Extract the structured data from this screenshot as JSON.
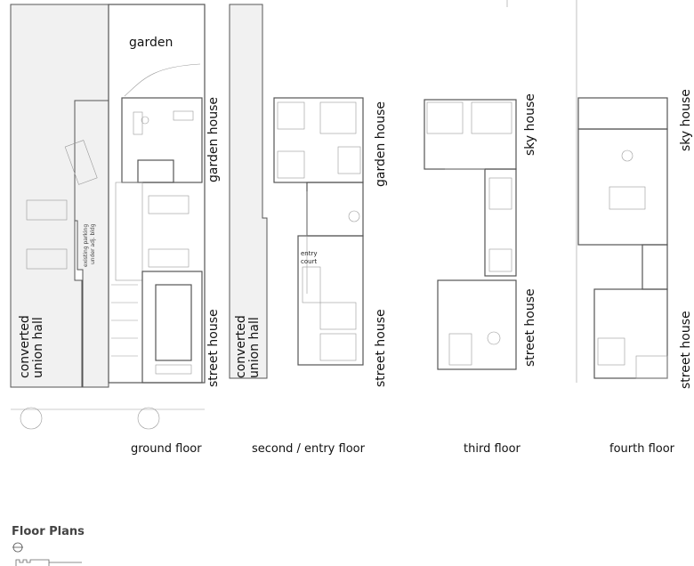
{
  "labels": {
    "garden": "garden",
    "garden_house": "garden house",
    "street_house": "street house",
    "sky_house": "sky house",
    "converted_union_hall_line1": "converted",
    "converted_union_hall_line2": "union hall",
    "parking_line1": "existing parking",
    "parking_line2": "under adj. bldg",
    "entry_court_line1": "entry",
    "entry_court_line2": "court"
  },
  "floors": [
    "ground floor",
    "second / entry floor",
    "third floor",
    "fourth floor"
  ],
  "title": "Floor Plans",
  "icons": [
    "north-arrow-icon",
    "scale-bar-icon"
  ]
}
